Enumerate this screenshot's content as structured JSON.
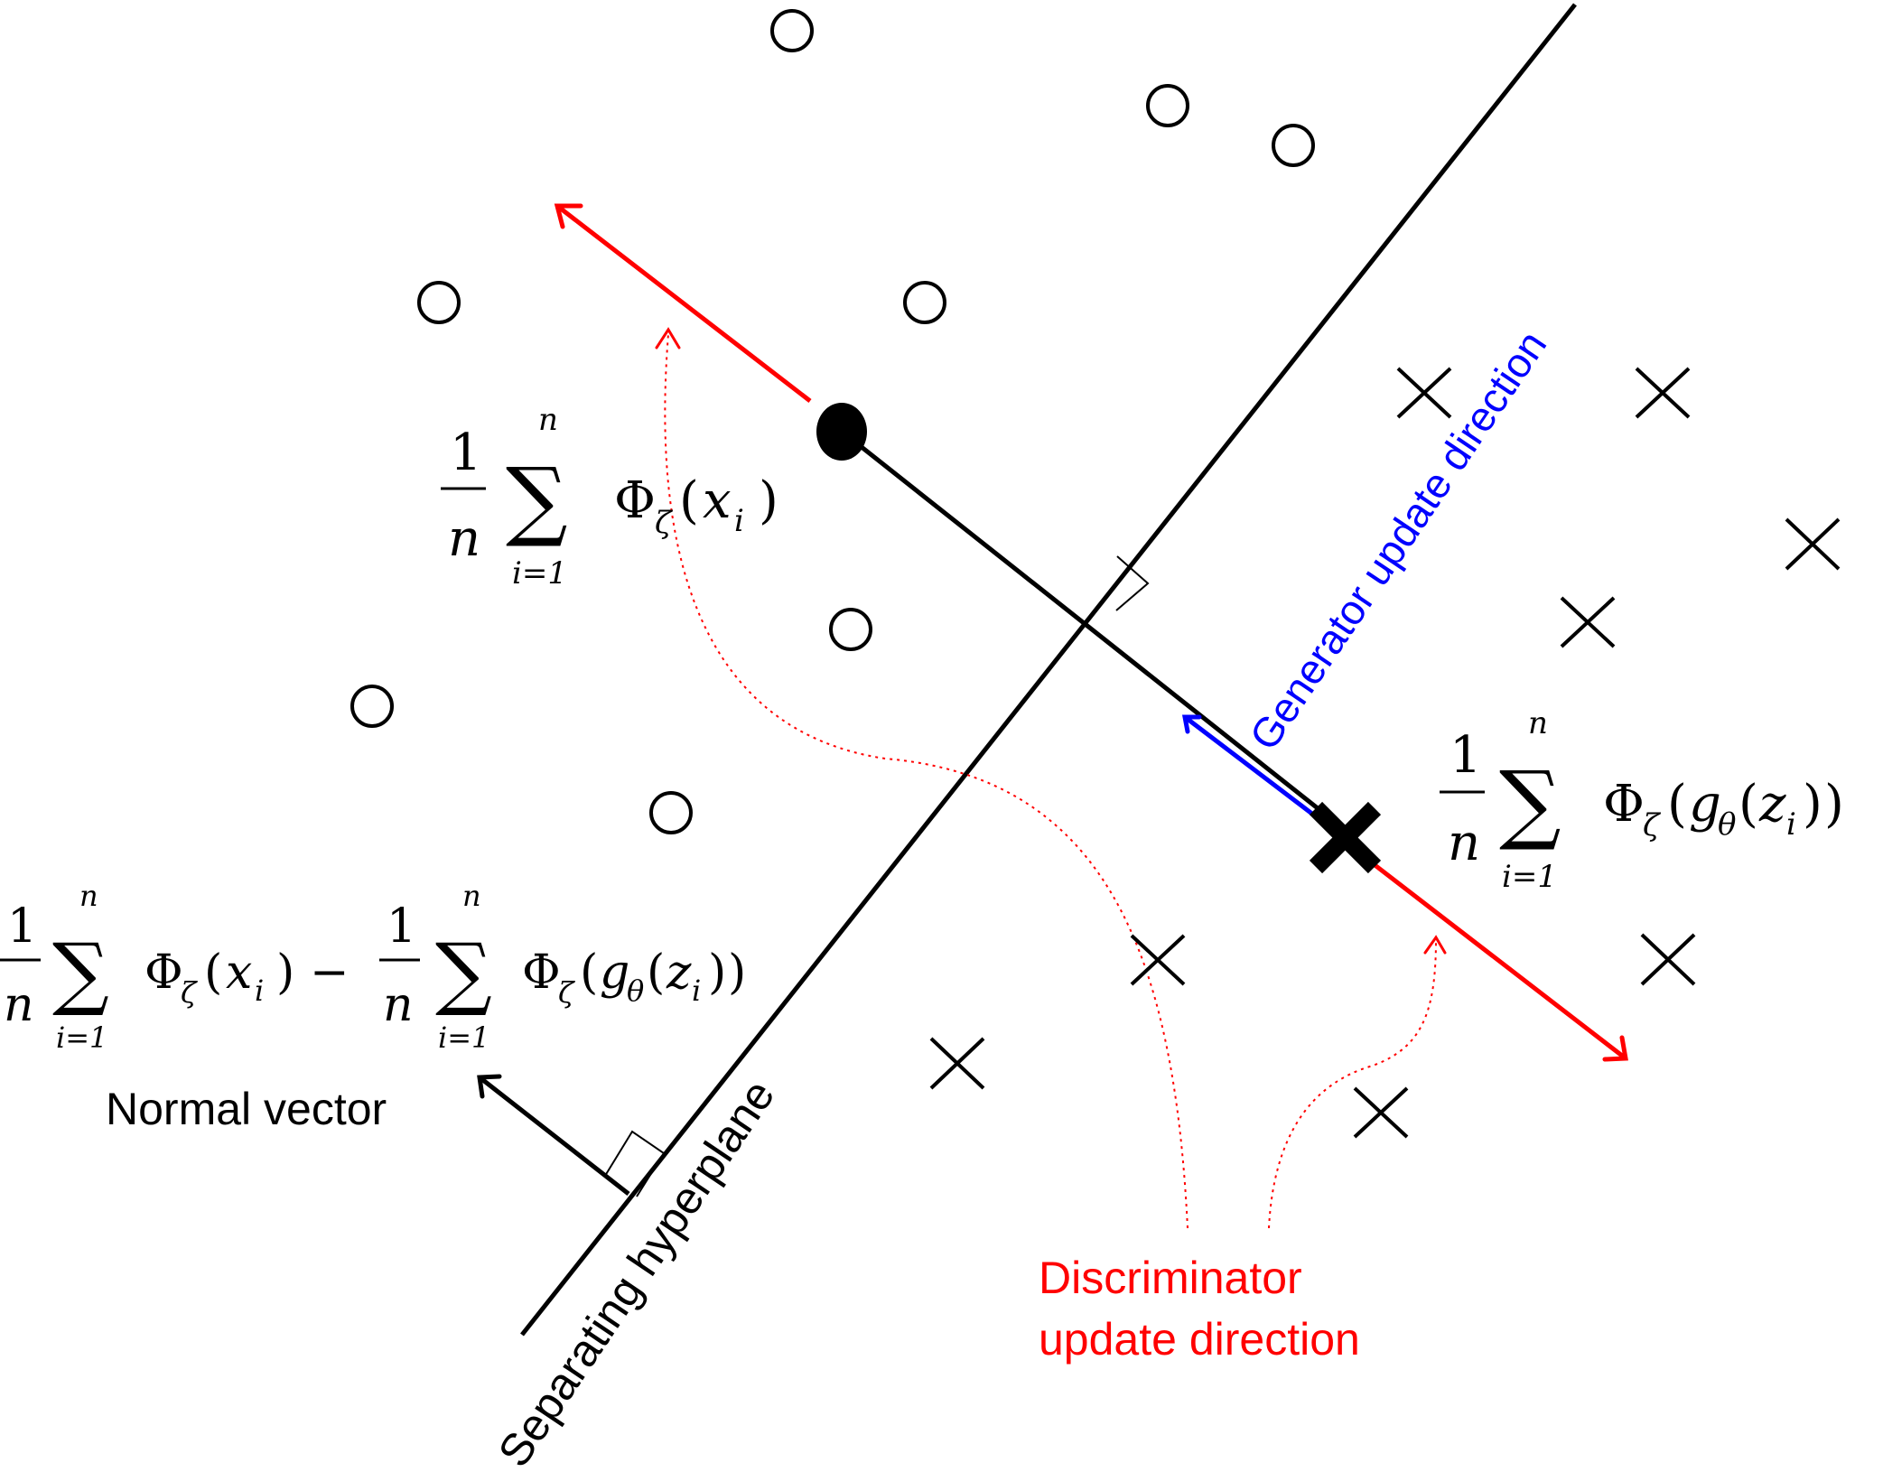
{
  "labels": {
    "separating_hyperplane": "Separating hyperplane",
    "generator_update": "Generator update direction",
    "discriminator_update_line1": "Discriminator",
    "discriminator_update_line2": "update direction",
    "normal_vector": "Normal vector"
  },
  "math": {
    "frac_num": "1",
    "frac_den": "n",
    "sum_symbol": "∑",
    "sum_upper": "n",
    "sum_lower": "i=1",
    "phi": "Φ",
    "zeta": "ζ",
    "x": "x",
    "i": "i",
    "g": "g",
    "theta": "θ",
    "z": "z",
    "minus": "−",
    "lparen": "(",
    "rparen": ")"
  },
  "colors": {
    "ink": "#000000",
    "discriminator": "#ff0000",
    "generator": "#0000ff"
  },
  "markers": {
    "real_symbol": "circle",
    "fake_symbol": "cross",
    "real_mean": "filled-circle",
    "fake_mean": "bold-cross"
  }
}
